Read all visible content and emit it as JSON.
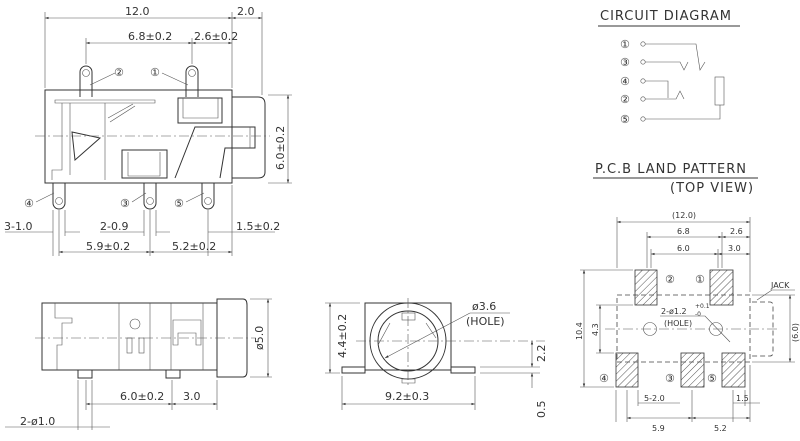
{
  "top_view": {
    "dims": {
      "overall": "12.0",
      "ext": "2.0",
      "pin_span": "6.8±0.2",
      "pin_off": "2.6±0.2",
      "height": "6.0±0.2",
      "pad1": "3-1.0",
      "pad2": "2-0.9",
      "right": "1.5±0.2",
      "bot1": "5.9±0.2",
      "bot2": "5.2±0.2"
    },
    "pins": [
      "①",
      "②",
      "③",
      "④",
      "⑤"
    ]
  },
  "side_view": {
    "dims": {
      "dia": "ø5.0",
      "span": "6.0±0.2",
      "tip": "3.0",
      "holes": "2-ø1.0"
    }
  },
  "front_view": {
    "dims": {
      "hole": "ø3.6",
      "hole_label": "(HOLE)",
      "height": "4.4±0.2",
      "width": "9.2±0.3",
      "center": "2.2",
      "flange": "0.5"
    }
  },
  "circuit": {
    "title": "CIRCUIT DIAGRAM",
    "rows": [
      "①",
      "③",
      "④",
      "②",
      "⑤"
    ]
  },
  "pcb": {
    "title": "P.C.B LAND PATTERN",
    "subtitle": "(TOP VIEW)",
    "dims": {
      "overall": "(12.0)",
      "span68": "6.8",
      "off26": "2.6",
      "span60": "6.0",
      "off30": "3.0",
      "height": "10.4",
      "inner": "4.3",
      "jack_h": "(6.0)",
      "pad": "5-2.0",
      "edge": "1.5",
      "bot1": "5.9",
      "bot2": "5.2"
    },
    "hole": "2-ø1.2",
    "tol_plus": "+0.1",
    "tol_minus": "-0",
    "hole_label": "(HOLE)",
    "jack": "JACK",
    "pads": [
      "①",
      "②",
      "③",
      "④",
      "⑤"
    ]
  }
}
